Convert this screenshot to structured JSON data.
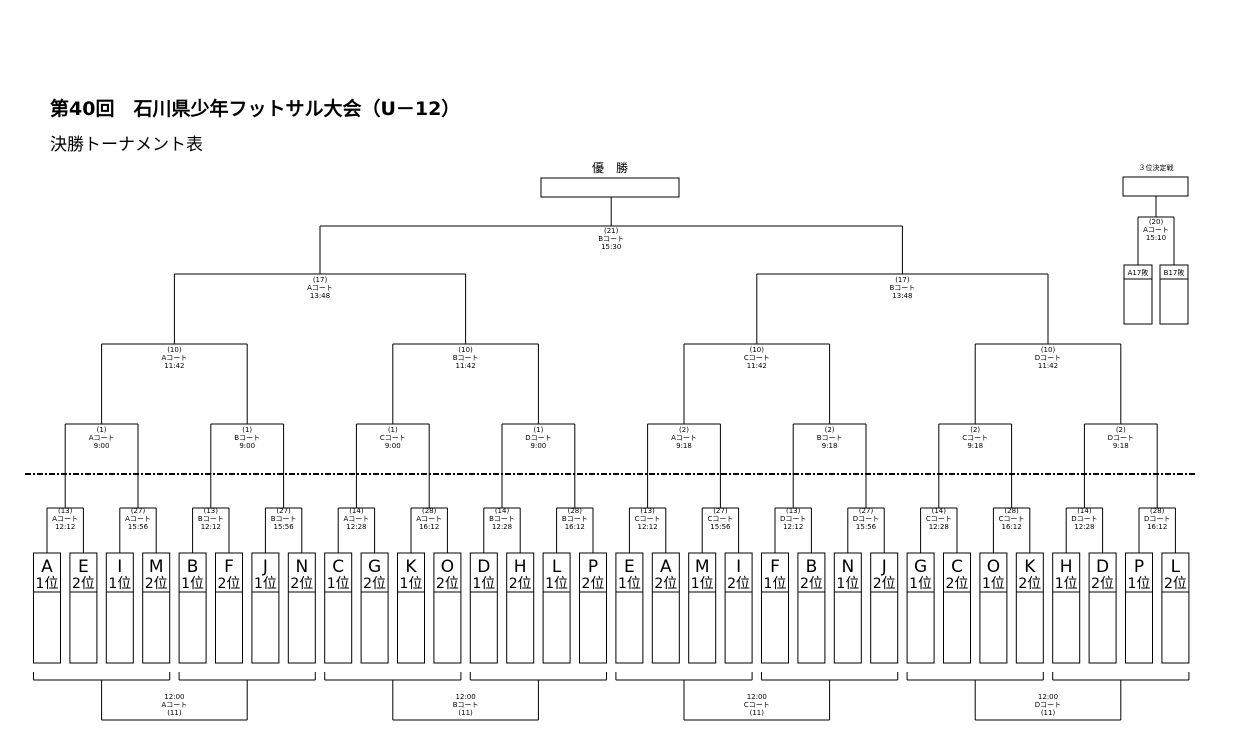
{
  "header": {
    "title": "第40回　石川県少年フットサル大会（U－12）",
    "subtitle": "決勝トーナメント表"
  },
  "champion_label": "優　勝",
  "third_place": {
    "label": "３位決定戦",
    "match": {
      "num": "(20)",
      "court": "Aコート",
      "time": "15:10"
    },
    "left_label": "A17敗",
    "right_label": "B17敗"
  },
  "final": {
    "num": "(21)",
    "court": "Bコート",
    "time": "15:30"
  },
  "semis": [
    {
      "num": "(17)",
      "court": "Aコート",
      "time": "13:48"
    },
    {
      "num": "(17)",
      "court": "Bコート",
      "time": "13:48"
    }
  ],
  "quarters": [
    {
      "num": "(10)",
      "court": "Aコート",
      "time": "11:42"
    },
    {
      "num": "(10)",
      "court": "Bコート",
      "time": "11:42"
    },
    {
      "num": "(10)",
      "court": "Cコート",
      "time": "11:42"
    },
    {
      "num": "(10)",
      "court": "Dコート",
      "time": "11:42"
    }
  ],
  "round16": [
    {
      "num": "(1)",
      "court": "Aコート",
      "time": "9:00"
    },
    {
      "num": "(1)",
      "court": "Bコート",
      "time": "9:00"
    },
    {
      "num": "(1)",
      "court": "Cコート",
      "time": "9:00"
    },
    {
      "num": "(1)",
      "court": "Dコート",
      "time": "9:00"
    },
    {
      "num": "(2)",
      "court": "Aコート",
      "time": "9:18"
    },
    {
      "num": "(2)",
      "court": "Bコート",
      "time": "9:18"
    },
    {
      "num": "(2)",
      "court": "Cコート",
      "time": "9:18"
    },
    {
      "num": "(2)",
      "court": "Dコート",
      "time": "9:18"
    }
  ],
  "round32": [
    {
      "num": "(13)",
      "court": "Aコート",
      "time": "12:12"
    },
    {
      "num": "(27)",
      "court": "Aコート",
      "time": "15:56"
    },
    {
      "num": "(13)",
      "court": "Bコート",
      "time": "12:12"
    },
    {
      "num": "(27)",
      "court": "Bコート",
      "time": "15:56"
    },
    {
      "num": "(14)",
      "court": "Aコート",
      "time": "12:28"
    },
    {
      "num": "(28)",
      "court": "Aコート",
      "time": "16:12"
    },
    {
      "num": "(14)",
      "court": "Bコート",
      "time": "12:28"
    },
    {
      "num": "(28)",
      "court": "Bコート",
      "time": "16:12"
    },
    {
      "num": "(13)",
      "court": "Cコート",
      "time": "12:12"
    },
    {
      "num": "(27)",
      "court": "Cコート",
      "time": "15:56"
    },
    {
      "num": "(13)",
      "court": "Dコート",
      "time": "12:12"
    },
    {
      "num": "(27)",
      "court": "Dコート",
      "time": "15:56"
    },
    {
      "num": "(14)",
      "court": "Cコート",
      "time": "12:28"
    },
    {
      "num": "(28)",
      "court": "Cコート",
      "time": "16:12"
    },
    {
      "num": "(14)",
      "court": "Dコート",
      "time": "12:28"
    },
    {
      "num": "(28)",
      "court": "Dコート",
      "time": "16:12"
    }
  ],
  "teams": [
    {
      "group": "A",
      "rank": "1位"
    },
    {
      "group": "E",
      "rank": "2位"
    },
    {
      "group": "I",
      "rank": "1位"
    },
    {
      "group": "M",
      "rank": "2位"
    },
    {
      "group": "B",
      "rank": "1位"
    },
    {
      "group": "F",
      "rank": "2位"
    },
    {
      "group": "J",
      "rank": "1位"
    },
    {
      "group": "N",
      "rank": "2位"
    },
    {
      "group": "C",
      "rank": "1位"
    },
    {
      "group": "G",
      "rank": "2位"
    },
    {
      "group": "K",
      "rank": "1位"
    },
    {
      "group": "O",
      "rank": "2位"
    },
    {
      "group": "D",
      "rank": "1位"
    },
    {
      "group": "H",
      "rank": "2位"
    },
    {
      "group": "L",
      "rank": "1位"
    },
    {
      "group": "P",
      "rank": "2位"
    },
    {
      "group": "E",
      "rank": "1位"
    },
    {
      "group": "A",
      "rank": "2位"
    },
    {
      "group": "M",
      "rank": "1位"
    },
    {
      "group": "I",
      "rank": "2位"
    },
    {
      "group": "F",
      "rank": "1位"
    },
    {
      "group": "B",
      "rank": "2位"
    },
    {
      "group": "N",
      "rank": "1位"
    },
    {
      "group": "J",
      "rank": "2位"
    },
    {
      "group": "G",
      "rank": "1位"
    },
    {
      "group": "C",
      "rank": "2位"
    },
    {
      "group": "O",
      "rank": "1位"
    },
    {
      "group": "K",
      "rank": "2位"
    },
    {
      "group": "H",
      "rank": "1位"
    },
    {
      "group": "D",
      "rank": "2位"
    },
    {
      "group": "P",
      "rank": "1位"
    },
    {
      "group": "L",
      "rank": "2位"
    }
  ],
  "bottom_matches": [
    {
      "time": "12:00",
      "court": "Aコート",
      "num": "(11)"
    },
    {
      "time": "12:00",
      "court": "Bコート",
      "num": "(11)"
    },
    {
      "time": "12:00",
      "court": "Cコート",
      "num": "(11)"
    },
    {
      "time": "12:00",
      "court": "Dコート",
      "num": "(11)"
    }
  ]
}
